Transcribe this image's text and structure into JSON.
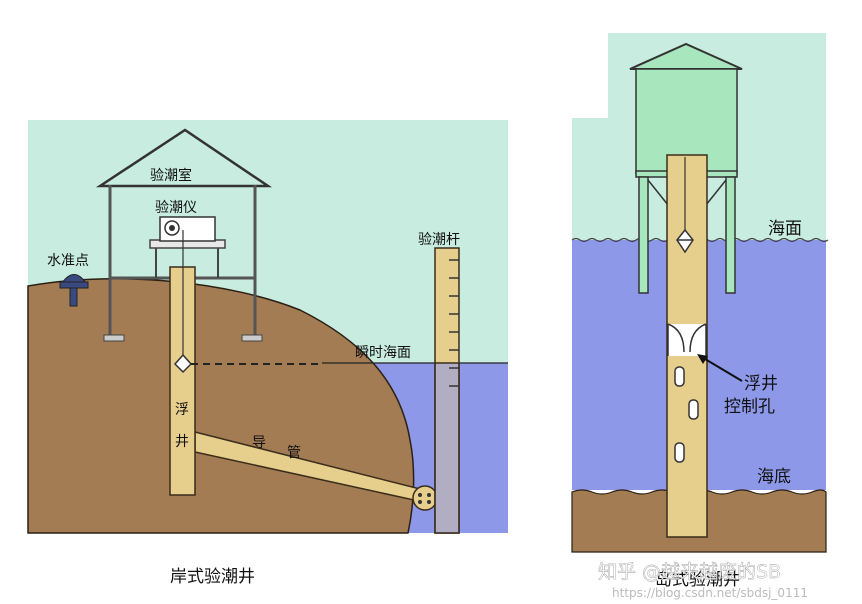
{
  "left_diagram": {
    "caption": "岸式验潮井",
    "labels": {
      "tide_room": "验潮室",
      "tide_gauge": "验潮仪",
      "benchmark": "水准点",
      "tide_staff": "验潮杆",
      "instant_sea_level": "瞬时海面",
      "float_well_1": "浮",
      "float_well_2": "井",
      "conduit_1": "导",
      "conduit_2": "管"
    },
    "colors": {
      "sky": "#c8ece0",
      "land": "#a37c54",
      "sea": "#8d99e8",
      "well": "#e6ce8d"
    }
  },
  "right_diagram": {
    "caption": "岛式验潮井",
    "labels": {
      "sea_surface": "海面",
      "float_well_control_hole_1": "浮井",
      "float_well_control_hole_2": "控制孔",
      "seabed": "海底"
    },
    "colors": {
      "sky": "#c8ece0",
      "sea": "#8d99e8",
      "seabed": "#a37c54",
      "house": "#a8e6be",
      "well": "#e6ce8d"
    }
  },
  "watermark": {
    "text": "知乎 @越来越废的SB",
    "url_text": "https://blog.csdn.net/sbdsj_0111"
  }
}
